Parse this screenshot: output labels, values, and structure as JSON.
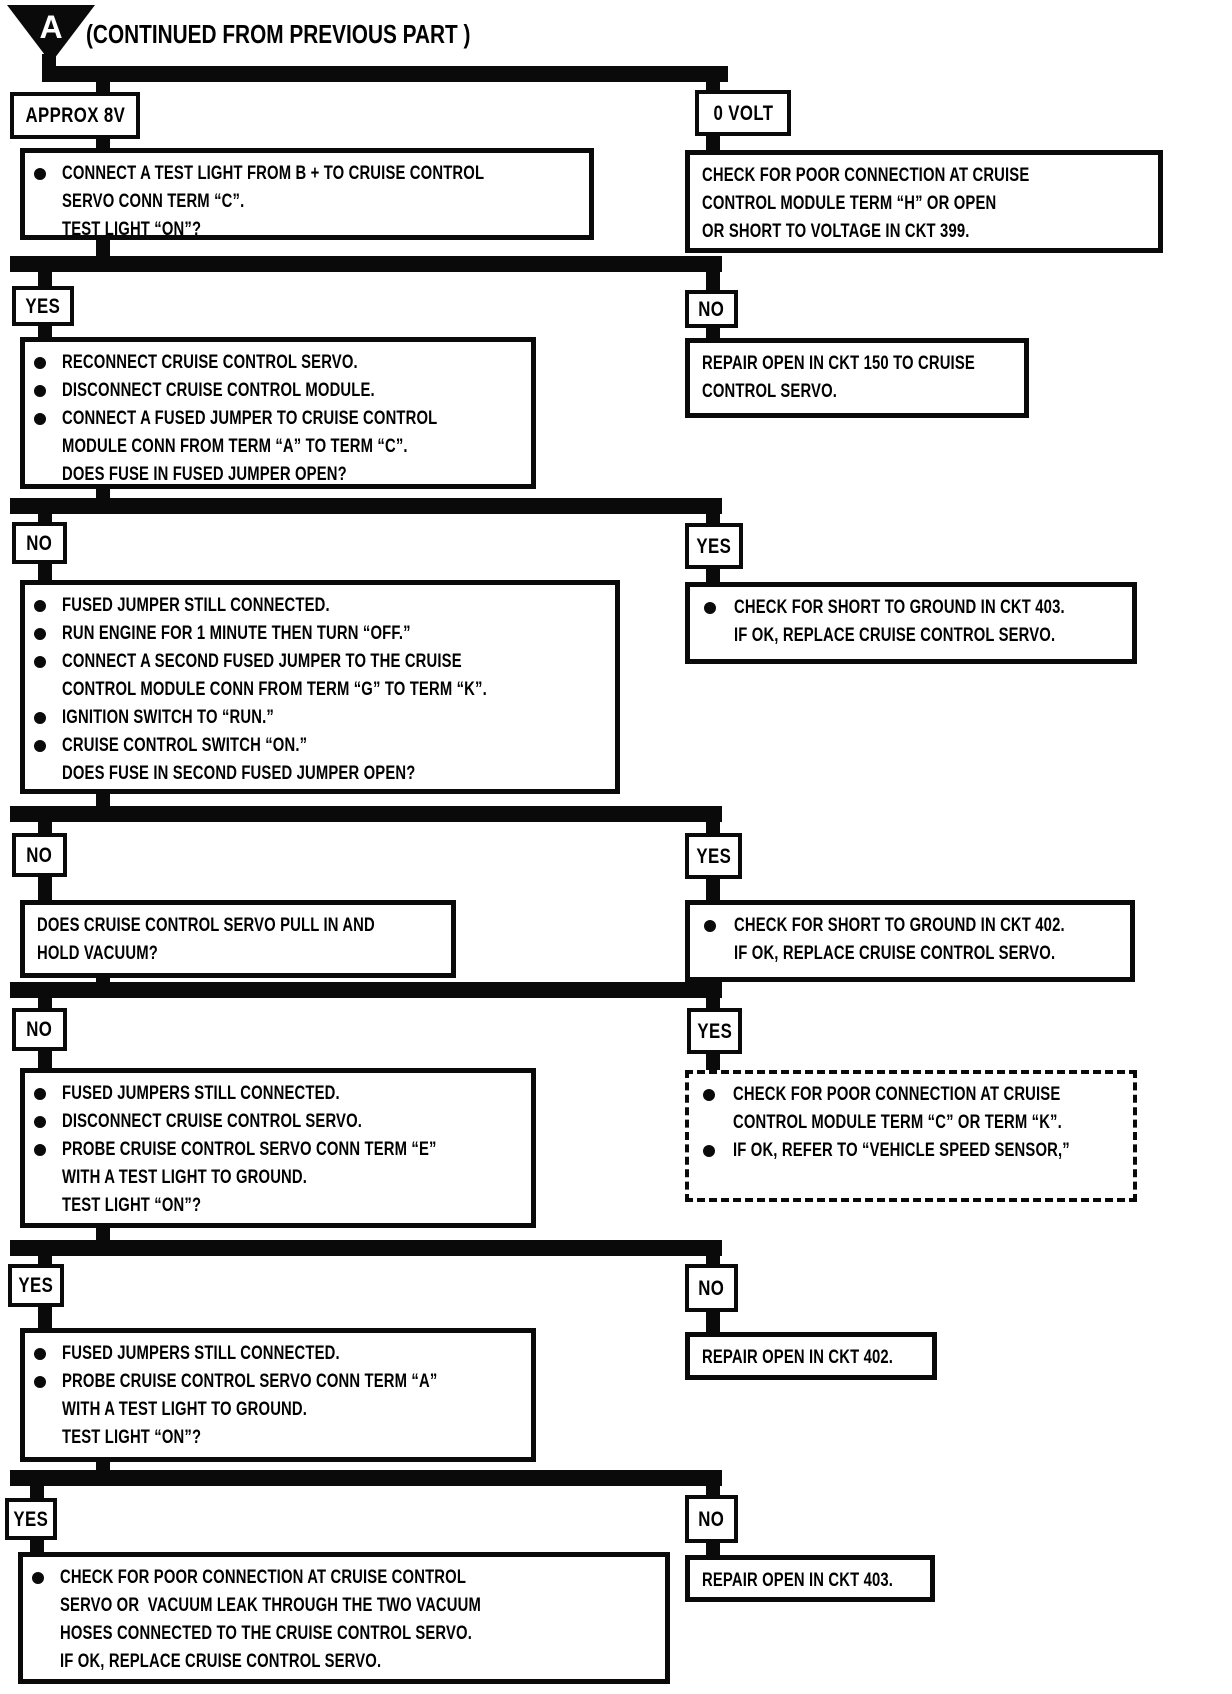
{
  "connector": {
    "letter": "A",
    "caption": "(CONTINUED FROM PREVIOUS PART )"
  },
  "labels": {
    "yes": "YES",
    "no": "NO",
    "approx_8v": "APPROX 8V",
    "zero_volt": "0 VOLT"
  },
  "boxes": {
    "test_light": {
      "lines": [
        "CONNECT A TEST LIGHT FROM B + TO CRUISE CONTROL",
        "SERVO CONN TERM “C”.",
        "TEST LIGHT “ON”?"
      ]
    },
    "ckt399": {
      "lines": [
        "CHECK FOR POOR CONNECTION AT CRUISE",
        "CONTROL MODULE TERM “H” OR OPEN",
        "OR SHORT TO VOLTAGE IN CKT 399."
      ]
    },
    "jumper_ac": {
      "lines": [
        "RECONNECT CRUISE CONTROL SERVO.",
        "DISCONNECT CRUISE CONTROL MODULE.",
        "CONNECT A FUSED JUMPER TO CRUISE CONTROL",
        "MODULE CONN FROM TERM “A” TO TERM “C”.",
        "DOES FUSE IN FUSED JUMPER OPEN?"
      ]
    },
    "repair150": {
      "lines": [
        "REPAIR OPEN IN CKT 150 TO CRUISE",
        "CONTROL SERVO."
      ]
    },
    "jumper_gk": {
      "lines": [
        "FUSED JUMPER STILL CONNECTED.",
        "RUN ENGINE FOR 1 MINUTE THEN TURN “OFF.”",
        "CONNECT A SECOND FUSED JUMPER TO THE CRUISE",
        "CONTROL MODULE CONN FROM TERM “G” TO TERM “K”.",
        "IGNITION SWITCH TO “RUN.”",
        "CRUISE CONTROL SWITCH “ON.”",
        "DOES FUSE IN SECOND FUSED JUMPER OPEN?"
      ]
    },
    "short403": {
      "lines": [
        "CHECK FOR SHORT TO GROUND IN CKT 403.",
        "IF OK, REPLACE CRUISE CONTROL SERVO."
      ]
    },
    "servo_vacuum": {
      "lines": [
        "DOES CRUISE CONTROL SERVO PULL IN AND",
        "HOLD VACUUM?"
      ]
    },
    "short402": {
      "lines": [
        "CHECK FOR SHORT TO GROUND IN CKT 402.",
        "IF OK, REPLACE CRUISE CONTROL SERVO."
      ]
    },
    "probe_e": {
      "lines": [
        "FUSED JUMPERS STILL CONNECTED.",
        "DISCONNECT CRUISE CONTROL SERVO.",
        "PROBE CRUISE CONTROL SERVO CONN TERM “E”",
        "WITH A TEST LIGHT TO GROUND.",
        "TEST LIGHT “ON”?"
      ]
    },
    "module_ck": {
      "lines": [
        "CHECK FOR POOR CONNECTION AT CRUISE",
        "CONTROL MODULE TERM “C” OR TERM “K”.",
        "IF OK, REFER TO “VEHICLE SPEED SENSOR,”"
      ]
    },
    "probe_a": {
      "lines": [
        "FUSED JUMPERS STILL CONNECTED.",
        "PROBE CRUISE CONTROL SERVO CONN TERM “A”",
        "WITH A TEST LIGHT TO GROUND.",
        "TEST LIGHT “ON”?"
      ]
    },
    "repair402": {
      "lines": [
        "REPAIR OPEN IN CKT 402."
      ]
    },
    "final_servo": {
      "lines": [
        "CHECK FOR POOR CONNECTION AT CRUISE CONTROL",
        "SERVO OR  VACUUM LEAK THROUGH THE TWO VACUUM",
        "HOSES CONNECTED TO THE CRUISE CONTROL SERVO.",
        "IF OK, REPLACE CRUISE CONTROL SERVO."
      ]
    },
    "repair403": {
      "lines": [
        "REPAIR OPEN IN CKT 403."
      ]
    }
  }
}
